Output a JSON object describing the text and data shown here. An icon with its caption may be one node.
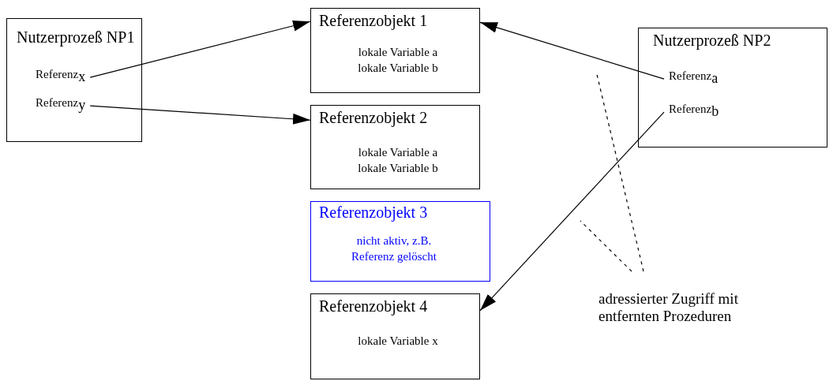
{
  "diagram": {
    "nodes": [
      {
        "text": [
          "Nutzerprozeß NP1"
        ]
      },
      {
        "text": [
          "Referenz$_{x}$"
        ],
        "in": 0
      },
      {
        "text": [
          "Referenz$_{y}$"
        ],
        "in": 0
      },
      {
        "text": [
          "Referenzobjekt 1",
          "lokale Variable a lokale Variable b"
        ]
      },
      {
        "text": [
          "Referenzobjekt 2",
          "lokale Variable a lokale Variable b"
        ]
      },
      {
        "text": [
          "Referenzobjekt 3",
          "nicht aktiv, z.B. Referenz gelöscht"
        ]
      },
      {
        "text": [
          "Referenzobjekt 4",
          "lokale Variable x"
        ]
      },
      {
        "text": [
          "Nutzerprozeß NP2"
        ]
      },
      {
        "text": [
          "Referenz$_{a}$"
        ],
        "in": 7
      },
      {
        "text": [
          "Referenz$_{b}$"
        ],
        "in": 7
      },
      {
        "text": [
          "adressierter Zugriff mit entfernten Prozeduren"
        ]
      }
    ],
    "edges": [
      {
        "from": 1,
        "to": 3,
        "arrow": "to"
      },
      {
        "from": 2,
        "to": 4,
        "arrow": "to"
      },
      {
        "from": 8,
        "to": 3,
        "arrow": "to"
      },
      {
        "from": 9,
        "to": 6,
        "arrow": "to"
      },
      {
        "from": 10,
        "to": null,
        "arrow": "none",
        "style": "dashed"
      },
      {
        "from": 10,
        "to": null,
        "arrow": "none",
        "style": "dashed"
      }
    ]
  }
}
